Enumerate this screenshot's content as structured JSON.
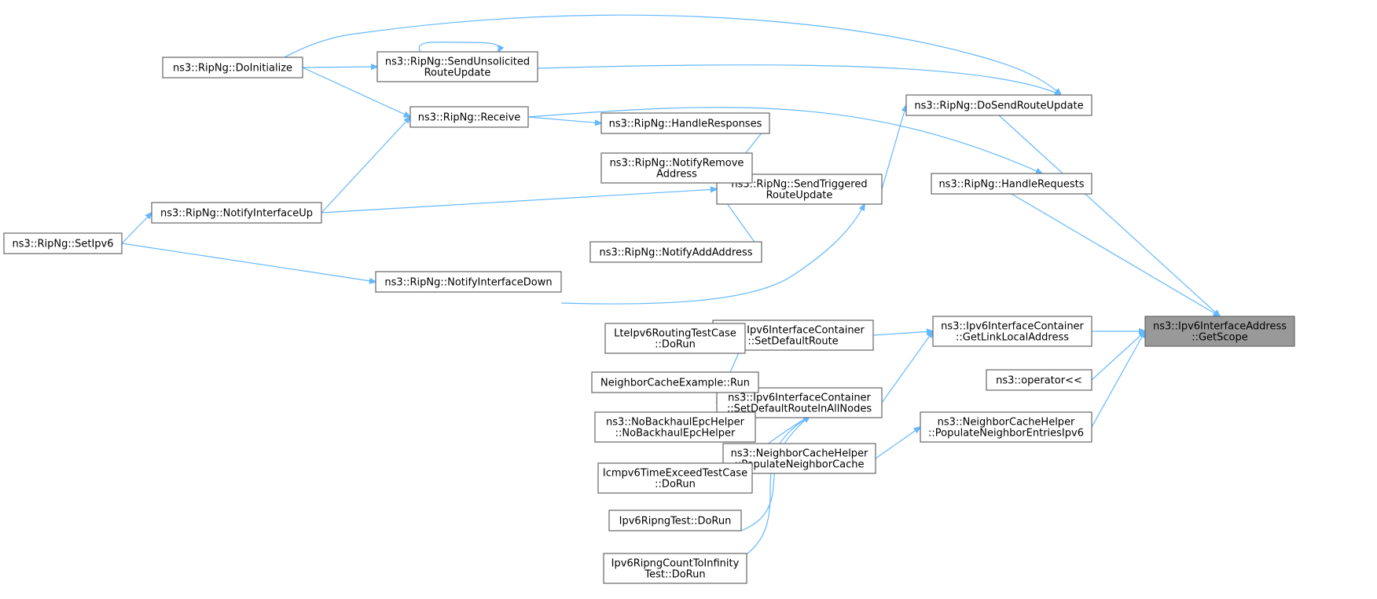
{
  "diagram": {
    "type": "caller-graph",
    "colors": {
      "edge": "#63b8ff",
      "node_border": "#666666",
      "focus_fill": "#999999",
      "node_fill": "#ffffff"
    },
    "nodes": [
      {
        "id": "getscope",
        "lines": [
          "ns3::Ipv6InterfaceAddress",
          "::GetScope"
        ],
        "focus": true
      },
      {
        "id": "dosendrouteupdate",
        "lines": [
          "ns3::RipNg::DoSendRouteUpdate"
        ]
      },
      {
        "id": "handlerequests",
        "lines": [
          "ns3::RipNg::HandleRequests"
        ]
      },
      {
        "id": "getlinklocaladdress",
        "lines": [
          "ns3::Ipv6InterfaceContainer",
          "::GetLinkLocalAddress"
        ]
      },
      {
        "id": "operator",
        "lines": [
          "ns3::operator<<"
        ]
      },
      {
        "id": "populateneighborentries",
        "lines": [
          "ns3::NeighborCacheHelper",
          "::PopulateNeighborEntriesIpv6"
        ]
      },
      {
        "id": "sendtriggered",
        "lines": [
          "ns3::RipNg::SendTriggered",
          "RouteUpdate"
        ]
      },
      {
        "id": "handleresponses",
        "lines": [
          "ns3::RipNg::HandleResponses"
        ]
      },
      {
        "id": "notifyremove",
        "lines": [
          "ns3::RipNg::NotifyRemove",
          "Address"
        ]
      },
      {
        "id": "notifyadd",
        "lines": [
          "ns3::RipNg::NotifyAddAddress"
        ]
      },
      {
        "id": "setdefaultroute",
        "lines": [
          "ns3::Ipv6InterfaceContainer",
          "::SetDefaultRoute"
        ]
      },
      {
        "id": "setdefaultrouteall",
        "lines": [
          "ns3::Ipv6InterfaceContainer",
          "::SetDefaultRouteInAllNodes"
        ]
      },
      {
        "id": "populateneighborcache",
        "lines": [
          "ns3::NeighborCacheHelper",
          "::PopulateNeighborCache"
        ]
      },
      {
        "id": "sendunsolicited",
        "lines": [
          "ns3::RipNg::SendUnsolicited",
          "RouteUpdate"
        ]
      },
      {
        "id": "receive",
        "lines": [
          "ns3::RipNg::Receive"
        ]
      },
      {
        "id": "notifyifdown",
        "lines": [
          "ns3::RipNg::NotifyInterfaceDown"
        ]
      },
      {
        "id": "doinitialize",
        "lines": [
          "ns3::RipNg::DoInitialize"
        ]
      },
      {
        "id": "notifyifup",
        "lines": [
          "ns3::RipNg::NotifyInterfaceUp"
        ]
      },
      {
        "id": "setipv6",
        "lines": [
          "ns3::RipNg::SetIpv6"
        ]
      },
      {
        "id": "lteipv6",
        "lines": [
          "LteIpv6RoutingTestCase",
          "::DoRun"
        ]
      },
      {
        "id": "neighborcacheexample",
        "lines": [
          "NeighborCacheExample::Run"
        ]
      },
      {
        "id": "nobackhaul",
        "lines": [
          "ns3::NoBackhaulEpcHelper",
          "::NoBackhaulEpcHelper"
        ]
      },
      {
        "id": "icmpv6",
        "lines": [
          "Icmpv6TimeExceedTestCase",
          "::DoRun"
        ]
      },
      {
        "id": "ripngtest",
        "lines": [
          "Ipv6RipngTest::DoRun"
        ]
      },
      {
        "id": "countinfinity",
        "lines": [
          "Ipv6RipngCountToInfinity",
          "Test::DoRun"
        ]
      }
    ],
    "edges": [
      {
        "from": "dosendrouteupdate",
        "to": "getscope"
      },
      {
        "from": "handlerequests",
        "to": "getscope"
      },
      {
        "from": "getlinklocaladdress",
        "to": "getscope"
      },
      {
        "from": "operator",
        "to": "getscope"
      },
      {
        "from": "populateneighborentries",
        "to": "getscope"
      },
      {
        "from": "sendtriggered",
        "to": "dosendrouteupdate"
      },
      {
        "from": "sendunsolicited",
        "to": "dosendrouteupdate"
      },
      {
        "from": "doinitialize",
        "to": "dosendrouteupdate"
      },
      {
        "from": "receive",
        "to": "handlerequests"
      },
      {
        "from": "setdefaultroute",
        "to": "getlinklocaladdress"
      },
      {
        "from": "setdefaultrouteall",
        "to": "getlinklocaladdress"
      },
      {
        "from": "populateneighborcache",
        "to": "populateneighborentries"
      },
      {
        "from": "handleresponses",
        "to": "sendtriggered"
      },
      {
        "from": "notifyremove",
        "to": "sendtriggered"
      },
      {
        "from": "notifyadd",
        "to": "sendtriggered"
      },
      {
        "from": "notifyifup",
        "to": "sendtriggered"
      },
      {
        "from": "notifyifdown",
        "to": "sendtriggered"
      },
      {
        "from": "receive",
        "to": "handleresponses"
      },
      {
        "from": "lteipv6",
        "to": "setdefaultrouteall"
      },
      {
        "from": "neighborcacheexample",
        "to": "setdefaultrouteall"
      },
      {
        "from": "nobackhaul",
        "to": "setdefaultrouteall"
      },
      {
        "from": "icmpv6",
        "to": "setdefaultrouteall"
      },
      {
        "from": "ripngtest",
        "to": "setdefaultrouteall"
      },
      {
        "from": "countinfinity",
        "to": "setdefaultrouteall"
      },
      {
        "from": "doinitialize",
        "to": "sendunsolicited"
      },
      {
        "from": "sendunsolicited",
        "to": "sendunsolicited"
      },
      {
        "from": "doinitialize",
        "to": "receive"
      },
      {
        "from": "notifyifup",
        "to": "receive"
      },
      {
        "from": "setipv6",
        "to": "notifyifup"
      },
      {
        "from": "setipv6",
        "to": "notifyifdown"
      }
    ]
  }
}
